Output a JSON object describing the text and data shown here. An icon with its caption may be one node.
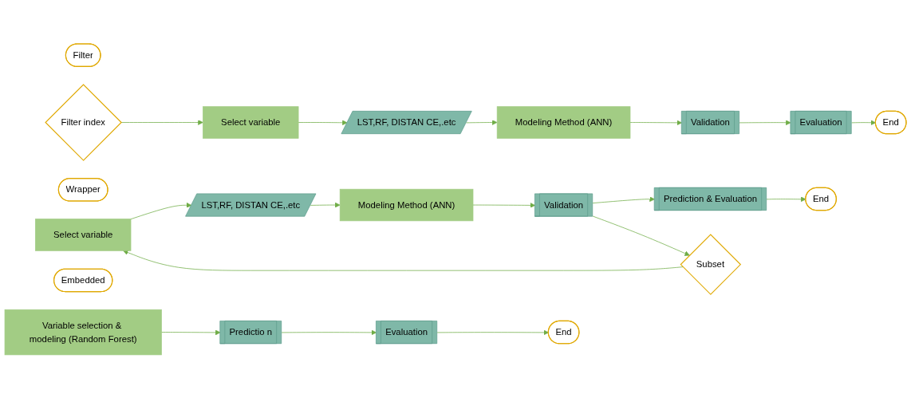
{
  "diagram": {
    "nodes": [
      {
        "text": [
          "Filter"
        ]
      },
      {
        "text": [
          "Select variable"
        ]
      },
      {
        "text": [
          "LST,RF, DISTAN CE,.etc"
        ]
      },
      {
        "text": [
          "Modeling Method (ANN)"
        ]
      },
      {
        "text": [
          "Validation"
        ]
      },
      {
        "text": [
          "Evaluation"
        ]
      },
      {
        "text": [
          "End"
        ]
      },
      {
        "text": [
          "Filter index"
        ]
      },
      {
        "text": [
          "Wrapper"
        ]
      },
      {
        "text": [
          "Select variable"
        ]
      },
      {
        "text": [
          "LST,RF, DISTAN CE,.etc"
        ]
      },
      {
        "text": [
          "Modeling Method (ANN)"
        ]
      },
      {
        "text": [
          "Validation"
        ]
      },
      {
        "text": [
          "Prediction & Evaluation"
        ]
      },
      {
        "text": [
          "End"
        ]
      },
      {
        "text": [
          "Subset"
        ]
      },
      {
        "text": [
          "Embedded"
        ]
      },
      {
        "text": [
          "Variable selection & modeling (Random Forest)"
        ]
      },
      {
        "text": [
          "Predictio n"
        ]
      },
      {
        "text": [
          "Evaluation"
        ]
      },
      {
        "text": [
          "End"
        ]
      }
    ],
    "edges": [
      {
        "from": 1,
        "to": 2,
        "arrow": "to"
      },
      {
        "from": 2,
        "to": 3,
        "arrow": "to"
      },
      {
        "from": 3,
        "to": 4,
        "arrow": "to"
      },
      {
        "from": 4,
        "to": 5,
        "arrow": "to"
      },
      {
        "from": 5,
        "to": 6,
        "arrow": "to"
      },
      {
        "from": 7,
        "to": 1,
        "arrow": "to"
      },
      {
        "from": 9,
        "to": 10,
        "arrow": "to"
      },
      {
        "from": 10,
        "to": 11,
        "arrow": "to"
      },
      {
        "from": 11,
        "to": 12,
        "arrow": "to"
      },
      {
        "from": 12,
        "to": 13,
        "arrow": "to"
      },
      {
        "from": 13,
        "to": 14,
        "arrow": "to"
      },
      {
        "from": 12,
        "to": 15,
        "arrow": "to"
      },
      {
        "from": 15,
        "to": 9,
        "arrow": "to"
      },
      {
        "from": 17,
        "to": 18,
        "arrow": "to"
      },
      {
        "from": 18,
        "to": 19,
        "arrow": "to"
      },
      {
        "from": 19,
        "to": 20,
        "arrow": "to"
      }
    ]
  }
}
